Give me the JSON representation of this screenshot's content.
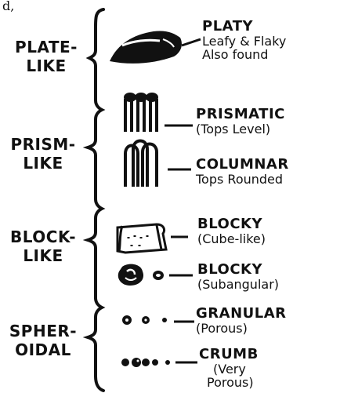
{
  "corner_text": "d,",
  "categories": [
    {
      "id": "plate",
      "line1": "PLATE-",
      "line2": "LIKE"
    },
    {
      "id": "prism",
      "line1": "PRISM-",
      "line2": "LIKE"
    },
    {
      "id": "block",
      "line1": "BLOCK-",
      "line2": "LIKE"
    },
    {
      "id": "spheroidal",
      "line1": "SPHER-",
      "line2": "OIDAL"
    }
  ],
  "structures": [
    {
      "id": "platy",
      "title": "PLATY",
      "desc": [
        "Leafy & Flaky",
        "Also found"
      ],
      "icon": "platy-slab-icon"
    },
    {
      "id": "prismatic",
      "title": "PRISMATIC",
      "desc": [
        "(Tops Level)"
      ],
      "icon": "prismatic-columns-icon"
    },
    {
      "id": "columnar",
      "title": "COLUMNAR",
      "desc": [
        "Tops Rounded"
      ],
      "icon": "columnar-columns-icon"
    },
    {
      "id": "blocky-cube",
      "title": "BLOCKY",
      "desc": [
        "(Cube-like)"
      ],
      "icon": "blocky-cube-icon"
    },
    {
      "id": "blocky-subangular",
      "title": "BLOCKY",
      "desc": [
        "(Subangular)"
      ],
      "icon": "blocky-subangular-icon"
    },
    {
      "id": "granular",
      "title": "GRANULAR",
      "desc": [
        "(Porous)"
      ],
      "icon": "granular-dots-icon"
    },
    {
      "id": "crumb",
      "title": "CRUMB",
      "desc": [
        "(Very",
        "Porous)"
      ],
      "icon": "crumb-dots-icon"
    }
  ],
  "colors": {
    "ink": "#111111",
    "paper": "#ffffff"
  }
}
